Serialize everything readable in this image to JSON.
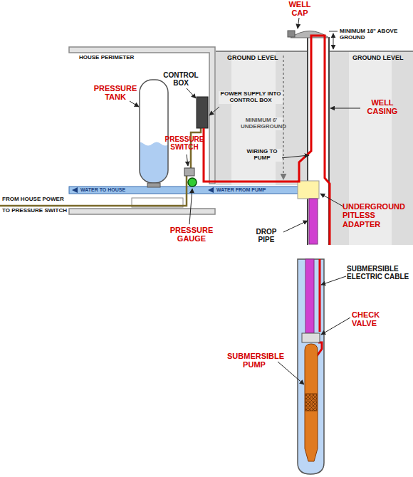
{
  "diagram": {
    "labels": [
      "WELL CAP",
      "MINIMUM 18\" ABOVE GROUND",
      "GROUND LEVEL",
      "GROUND LEVEL",
      "HOUSE PERIMETER",
      "CONTROL BOX",
      "POWER SUPPLY INTO CONTROL BOX",
      "PRESSURE TANK",
      "PRESSURE SWITCH",
      "MINIMUM 6' UNDERGROUND",
      "WELL CASING",
      "WIRING TO PUMP",
      "WATER TO HOUSE",
      "WATER FROM PUMP",
      "FROM HOUSE POWER",
      "TO PRESSURE SWITCH",
      "PRESSURE GAUGE",
      "UNDERGROUND PITLESS ADAPTER",
      "DROP PIPE",
      "SUBMERSIBLE ELECTRIC CABLE",
      "CHECK VALVE",
      "SUBMERSIBLE PUMP"
    ]
  }
}
